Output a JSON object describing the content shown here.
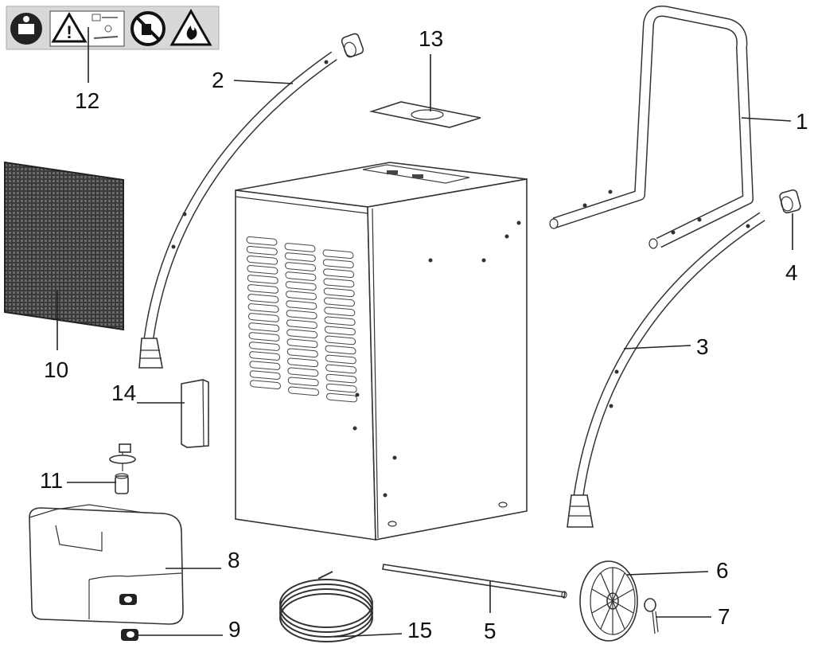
{
  "callouts": {
    "p1": "1",
    "p2": "2",
    "p3": "3",
    "p4": "4",
    "p5": "5",
    "p6": "6",
    "p7": "7",
    "p8": "8",
    "p9": "9",
    "p10": "10",
    "p11": "11",
    "p12": "12",
    "p13": "13",
    "p14": "14",
    "p15": "15"
  },
  "warning_icons": [
    "read-manual-icon",
    "warning-triangle-icon",
    "plug-disconnect-icon",
    "no-tilt-icon",
    "flammable-icon"
  ],
  "colors": {
    "line": "#333333",
    "mesh": "#555555",
    "label_strip": "#d8d8d8"
  }
}
